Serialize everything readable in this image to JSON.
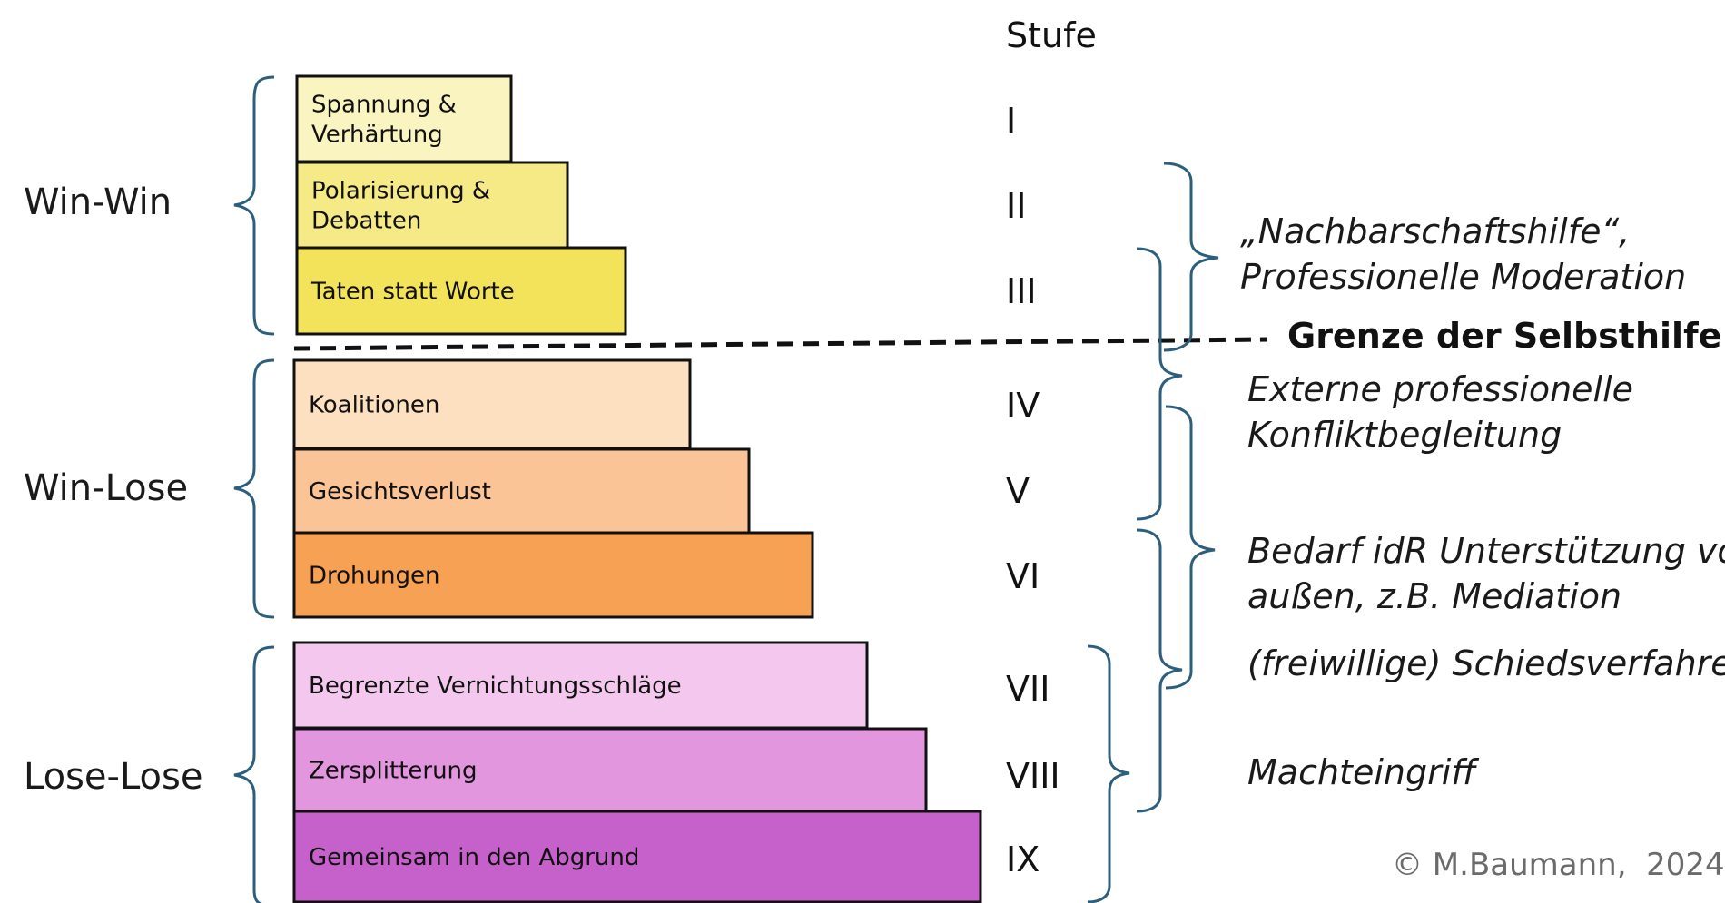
{
  "header": "Stufe",
  "groups": [
    {
      "label": "Win-Win"
    },
    {
      "label": "Win-Lose"
    },
    {
      "label": "Lose-Lose"
    }
  ],
  "steps": [
    {
      "lines": [
        "Spannung &",
        "Verhärtung"
      ],
      "roman": "I",
      "color": "#faf5c0"
    },
    {
      "lines": [
        "Polarisierung &",
        "Debatten"
      ],
      "roman": "II",
      "color": "#f5ea86"
    },
    {
      "lines": [
        "Taten statt Worte"
      ],
      "roman": "III",
      "color": "#f2e35a"
    },
    {
      "lines": [
        "Koalitionen"
      ],
      "roman": "IV",
      "color": "#fde0c0"
    },
    {
      "lines": [
        "Gesichtsverlust"
      ],
      "roman": "V",
      "color": "#fbc497"
    },
    {
      "lines": [
        "Drohungen"
      ],
      "roman": "VI",
      "color": "#f7a154"
    },
    {
      "lines": [
        "Begrenzte Vernichtungsschläge"
      ],
      "roman": "VII",
      "color": "#f4c8ee"
    },
    {
      "lines": [
        "Zersplitterung"
      ],
      "roman": "VIII",
      "color": "#e296dd"
    },
    {
      "lines": [
        "Gemeinsam in den Abgrund"
      ],
      "roman": "IX",
      "color": "#c660ca"
    }
  ],
  "boundary_label": "Grenze der Selbsthilfe",
  "interventions": [
    {
      "lines": [
        "„Nachbarschaftshilfe“,",
        "Professionelle Moderation"
      ]
    },
    {
      "lines": [
        "Externe professionelle",
        "Konfliktbegleitung"
      ]
    },
    {
      "lines": [
        "Bedarf idR Unterstützung von",
        "außen, z.B. Mediation"
      ]
    },
    {
      "lines": [
        "(freiwillige) Schiedsverfahren"
      ]
    },
    {
      "lines": [
        "Machteingriff"
      ]
    }
  ],
  "copyright": "© M.Baumann,  2024"
}
